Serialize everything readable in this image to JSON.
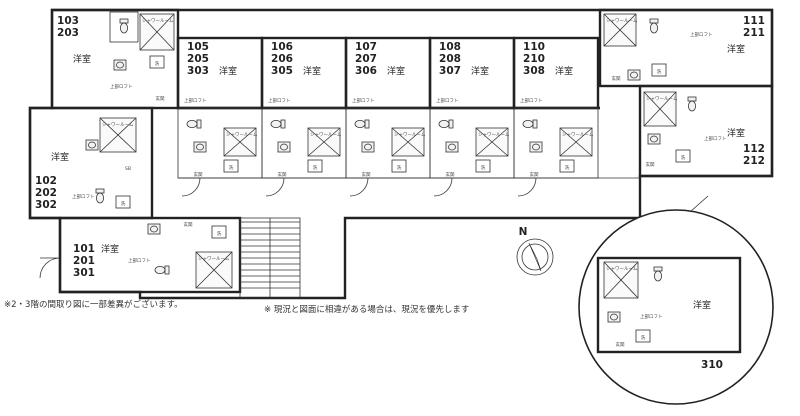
{
  "labels": {
    "western_room": "洋室",
    "loft": "上部ロフト",
    "shower_room": "シャワールーム",
    "washer": "洗",
    "washbasin": "洗面",
    "entrance": "玄関",
    "shoebox": "SB"
  },
  "units": [
    {
      "id": "u103",
      "numbers": [
        "103",
        "203"
      ]
    },
    {
      "id": "u105",
      "numbers": [
        "105",
        "205",
        "303"
      ]
    },
    {
      "id": "u106",
      "numbers": [
        "106",
        "206",
        "305"
      ]
    },
    {
      "id": "u107",
      "numbers": [
        "107",
        "207",
        "306"
      ]
    },
    {
      "id": "u108",
      "numbers": [
        "108",
        "208",
        "307"
      ]
    },
    {
      "id": "u110",
      "numbers": [
        "110",
        "210",
        "308"
      ]
    },
    {
      "id": "u111",
      "numbers": [
        "111",
        "211"
      ]
    },
    {
      "id": "u112",
      "numbers": [
        "112",
        "212"
      ]
    },
    {
      "id": "u102",
      "numbers": [
        "102",
        "202",
        "302"
      ]
    },
    {
      "id": "u101",
      "numbers": [
        "101",
        "201",
        "301"
      ]
    },
    {
      "id": "u310",
      "numbers": [
        "310"
      ]
    }
  ],
  "notes": {
    "floor_difference": "※2・3階の間取り図に一部差異がございます。",
    "current_priority": "※ 現況と図面に相違がある場合は、現況を優先します"
  },
  "compass": {
    "north": "N"
  }
}
